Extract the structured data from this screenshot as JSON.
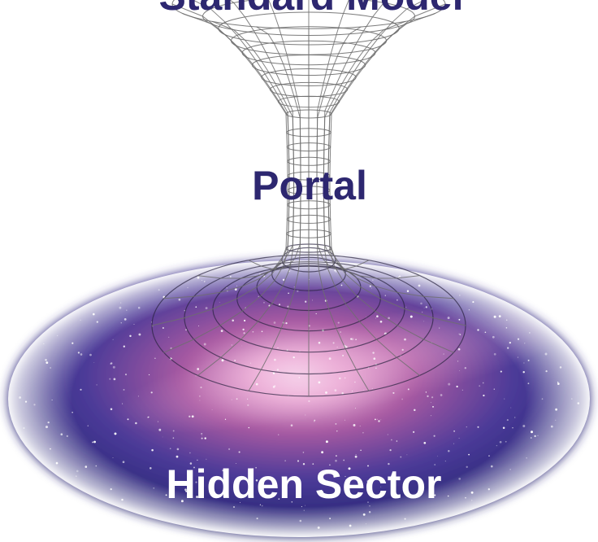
{
  "labels": {
    "top": "Standard Model",
    "middle": "Portal",
    "bottom": "Hidden Sector"
  },
  "colors": {
    "label_dark": "#2d2770",
    "label_light": "#ffffff",
    "wireframe": "#6e6e6e",
    "galaxy_core": "#f4c8e6",
    "galaxy_mid": "#a14f9b",
    "galaxy_outer": "#3a2f8f",
    "galaxy_edge": "#1f1d5a"
  }
}
